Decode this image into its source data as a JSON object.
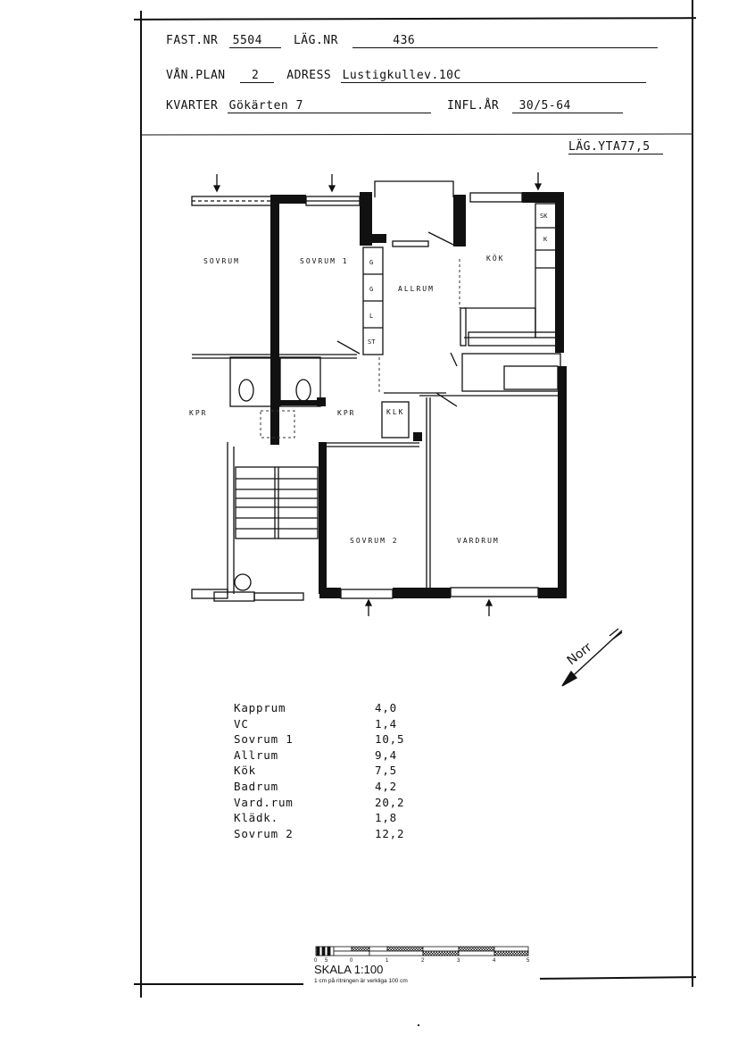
{
  "header": {
    "fast_nr_label": "FAST.NR",
    "fast_nr_value": "5504",
    "lag_nr_label": "LÄG.NR",
    "lag_nr_value": "436",
    "van_plan_label": "VÅN.PLAN",
    "van_plan_value": "2",
    "adress_label": "ADRESS",
    "adress_value": "Lustigkullev.10C",
    "kvarter_label": "KVARTER",
    "kvarter_value": "Gökärten 7",
    "infl_ar_label": "INFL.ÅR",
    "infl_ar_value": "30/5-64",
    "lag_yta_label": "LÄG.YTA",
    "lag_yta_value": "77,5"
  },
  "plan": {
    "rooms": [
      {
        "label": "SOVRUM"
      },
      {
        "label": "SOVRUM 1"
      },
      {
        "label": "ALLRUM"
      },
      {
        "label": "KÖK"
      },
      {
        "label": "SOVRUM 2"
      },
      {
        "label": "VARDRUM"
      },
      {
        "label": "KPR"
      },
      {
        "label": "KPR"
      },
      {
        "label": "KLK"
      }
    ],
    "closets": [
      "G",
      "G",
      "L",
      "ST"
    ],
    "kitchen_units": [
      "SK",
      "K"
    ],
    "north_label": "Norr",
    "north_icon": "north-arrow-icon"
  },
  "areas": [
    {
      "name": "Kapprum",
      "value": "4,0"
    },
    {
      "name": "VC",
      "value": "1,4"
    },
    {
      "name": "Sovrum 1",
      "value": "10,5"
    },
    {
      "name": "Allrum",
      "value": "9,4"
    },
    {
      "name": "Kök",
      "value": "7,5"
    },
    {
      "name": "Badrum",
      "value": "4,2"
    },
    {
      "name": "Vard.rum",
      "value": "20,2"
    },
    {
      "name": "Klädk.",
      "value": "1,8"
    },
    {
      "name": "Sovrum 2",
      "value": "12,2"
    }
  ],
  "scale": {
    "title": "SKALA 1:100",
    "subtitle": "1 cm på ritningen är verkliga 100 cm",
    "ticks": [
      "0",
      "5",
      "0",
      "1",
      "2",
      "3",
      "4",
      "5"
    ]
  }
}
